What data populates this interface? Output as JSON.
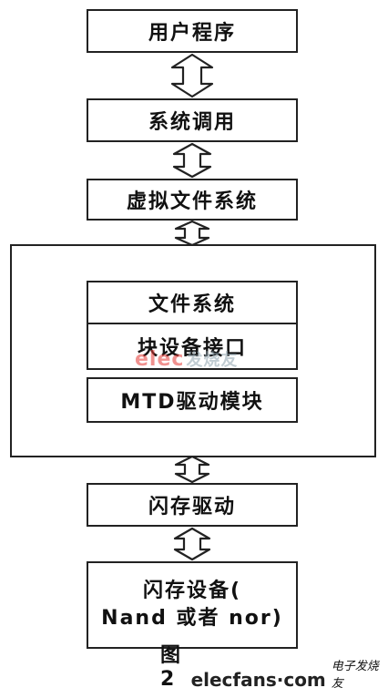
{
  "layers": {
    "user_program": "用户程序",
    "system_call": "系统调用",
    "vfs": "虚拟文件系统",
    "file_system": "文件系统",
    "block_device_interface": "块设备接口",
    "mtd_driver_module": "MTD驱动模块",
    "flash_driver": "闪存驱动",
    "flash_device_line1": "闪存设备(",
    "flash_device_line2": "Nand 或者 nor)"
  },
  "watermark": {
    "brand": "elec",
    "chinese": "发烧友"
  },
  "caption": {
    "figure_label": "图2",
    "site": "elecfans·com",
    "brand": "电子发烧友"
  }
}
